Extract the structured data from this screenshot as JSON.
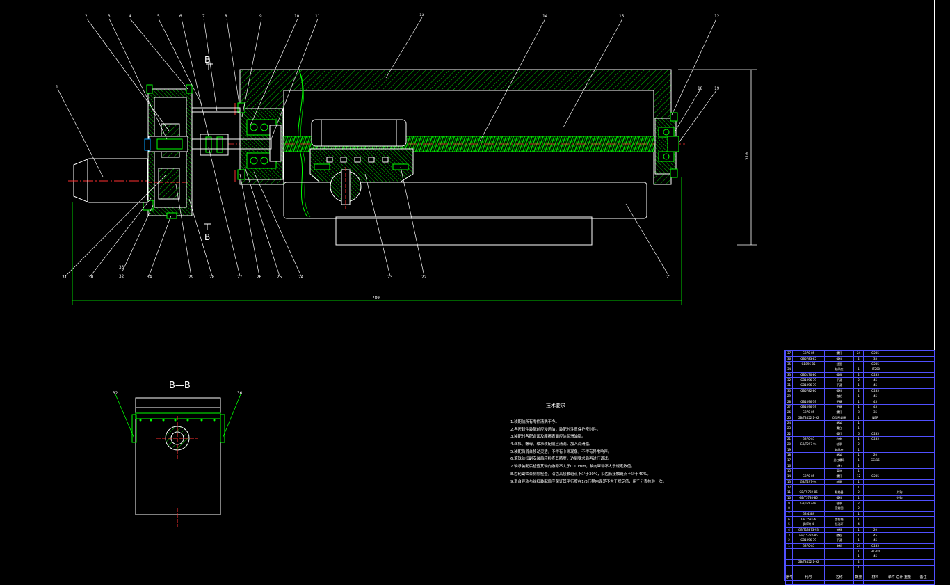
{
  "section_title": "B—B",
  "section_marks": [
    "B",
    "B"
  ],
  "callouts_top": [
    "2",
    "3",
    "4",
    "5",
    "6",
    "7",
    "8",
    "9",
    "10",
    "11",
    "13",
    "14",
    "15",
    "12"
  ],
  "callout_left": "1",
  "callouts_right": [
    "18",
    "19"
  ],
  "callouts_bottom": [
    "31",
    "30",
    "33",
    "32",
    "34",
    "29",
    "28",
    "27",
    "26",
    "25",
    "24",
    "23",
    "22",
    "21"
  ],
  "section_callouts": [
    "32",
    "36"
  ],
  "dimensions": {
    "height": "310",
    "length": "780"
  },
  "tech": {
    "title": "技术要求",
    "items": [
      "1.装配前所有零件清洗干净。",
      "2.各密封件装配前应浸透油，装配时注意保护密封件。",
      "3.装配时各配合面及摩擦表面应涂润滑油脂。",
      "4.丝杠、螺母、轴承装配前应清洗，加入润滑脂。",
      "5.装配后滑台移动灵活，不得有卡滞现象，不得有异常响声。",
      "6.滚珠丝杠副安装后应检查其精度，达到要求后再进行调试。",
      "7.轴承装配后检查其轴向游隙不大于0.10mm，轴向窜动不大于规定数值。",
      "8.齿轮副啮合侧隙检查，沿齿高接触斑点不少于30%，沿齿长接触斑点不少于40%。",
      "9.滑台导轨与丝杠装配后应保证其平行度在1/3行程内误差不大于规定值，用千分表检验一次。"
    ]
  },
  "bom": {
    "rows": [
      [
        "37",
        "GB70-85",
        "螺钉",
        "24",
        "Q235",
        "",
        ""
      ],
      [
        "36",
        "GB5783-85",
        "螺栓",
        "2",
        "35",
        "",
        ""
      ],
      [
        "35",
        "GB896-85",
        "挡圈",
        "",
        "Q235",
        "",
        ""
      ],
      [
        "34",
        "",
        "轴承座",
        "1",
        "HT200",
        "",
        ""
      ],
      [
        "33",
        "GB6170-86",
        "螺母",
        "2",
        "Q235",
        "",
        ""
      ],
      [
        "32",
        "GB1096-79",
        "平键",
        "2",
        "45",
        "",
        ""
      ],
      [
        "31",
        "GB1096-79",
        "平键",
        "1",
        "45",
        "",
        ""
      ],
      [
        "30",
        "GB5782-86",
        "螺栓",
        "2",
        "Q235",
        "",
        ""
      ],
      [
        "29",
        "",
        "齿轮",
        "1",
        "45",
        "",
        ""
      ],
      [
        "28",
        "GB1096-79",
        "平键",
        "1",
        "45",
        "",
        ""
      ],
      [
        "27",
        "GB1096-79",
        "平键",
        "1",
        "45",
        "",
        ""
      ],
      [
        "26",
        "GB70-85",
        "螺钉",
        "8",
        "35",
        "",
        ""
      ],
      [
        "25",
        "GB/T3452.1-92",
        "O型密封圈",
        "1",
        "NBR",
        "",
        ""
      ],
      [
        "24",
        "",
        "端盖",
        "1",
        "",
        "",
        ""
      ],
      [
        "23",
        "",
        "滑台",
        "1",
        "",
        "",
        ""
      ],
      [
        "22",
        "",
        "螺钉",
        "6",
        "Q235",
        "",
        ""
      ],
      [
        "21",
        "GB70-85",
        "底座",
        "1",
        "Q235",
        "",
        ""
      ],
      [
        "20",
        "GB/T297-94",
        "轴承",
        "2",
        "",
        "",
        ""
      ],
      [
        "19",
        "",
        "轴承座",
        "1",
        "",
        "",
        ""
      ],
      [
        "18",
        "",
        "端盖",
        "1",
        "20",
        "",
        ""
      ],
      [
        "17",
        "",
        "丝杠螺母",
        "1",
        "GCr15",
        "",
        ""
      ],
      [
        "16",
        "",
        "丝杠",
        "1",
        "",
        "",
        ""
      ],
      [
        "15",
        "",
        "滑块",
        "1",
        "",
        "",
        ""
      ],
      [
        "14",
        "GB70-85",
        "螺钉",
        "12",
        "Q235",
        "",
        ""
      ],
      [
        "13",
        "GB/T297-94",
        "轴承",
        "1",
        "",
        "",
        ""
      ],
      [
        "12",
        "",
        "",
        "1",
        "",
        "",
        ""
      ],
      [
        "11",
        "GB/T5782-86",
        "联轴器",
        "2",
        "",
        "外购",
        ""
      ],
      [
        "10",
        "GB/T5780-86",
        "螺栓",
        "1",
        "",
        "外购",
        ""
      ],
      [
        "9",
        "GB/T297-94",
        "轴承",
        "2",
        "",
        "",
        ""
      ],
      [
        "8",
        "",
        "密封圈",
        "2",
        "",
        "",
        ""
      ],
      [
        "7",
        "GB 43B9",
        "",
        "1",
        "",
        "",
        ""
      ],
      [
        "6",
        "GB 2531-6",
        "齿轮轴",
        "1",
        "",
        "",
        ""
      ],
      [
        "5",
        "JB/ZQ-4",
        "挡油环",
        "4",
        "",
        "",
        ""
      ],
      [
        "4",
        "GB/T13873-93",
        "油标",
        "1",
        "20",
        "",
        ""
      ],
      [
        "3",
        "GB/T5782-86",
        "螺栓",
        "1",
        "45",
        "",
        ""
      ],
      [
        "2",
        "GB1096-79",
        "平键",
        "1",
        "45",
        "",
        ""
      ],
      [
        "1",
        "GB70-85",
        "电机",
        "24",
        "Q235",
        "",
        ""
      ],
      [
        "",
        "",
        "",
        "1",
        "HT200",
        "",
        ""
      ],
      [
        "",
        "",
        "",
        "1",
        "45",
        "",
        ""
      ],
      [
        "",
        "GB/T3452.1-92",
        "",
        "2",
        "",
        "",
        ""
      ],
      [
        "",
        "",
        "",
        "1",
        "",
        "",
        ""
      ]
    ],
    "header": [
      "序号",
      "代号",
      "名称",
      "数量",
      "材料",
      "单件 总计 重量",
      "备注"
    ]
  }
}
